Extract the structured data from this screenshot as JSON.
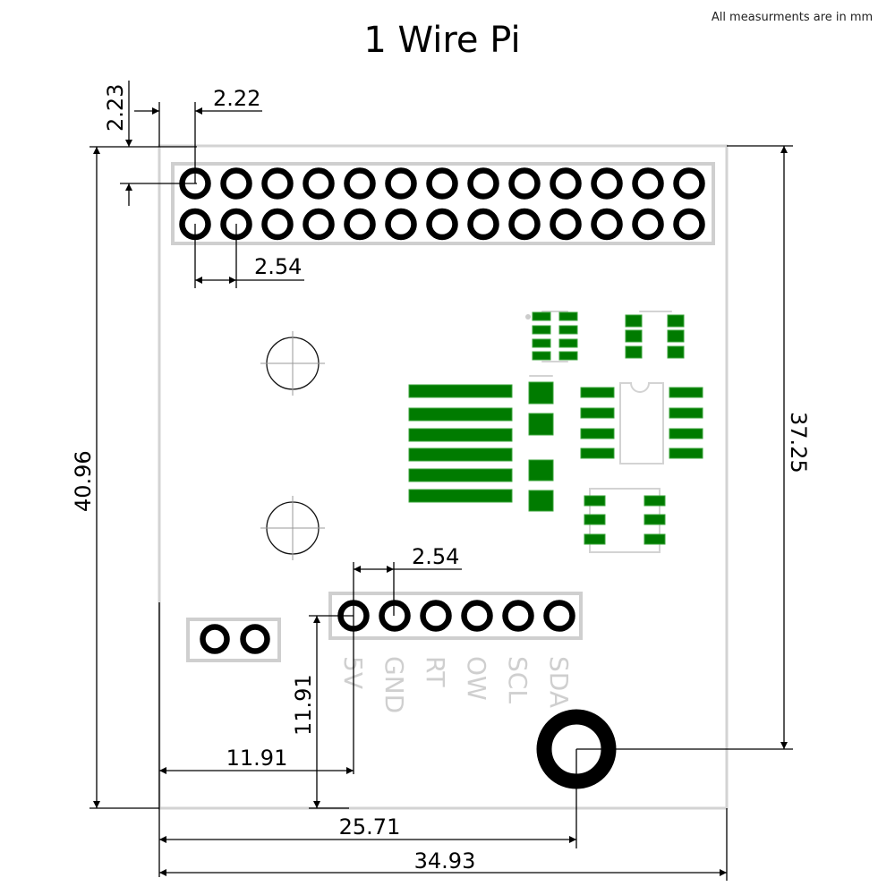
{
  "title": "1 Wire Pi",
  "note": "All measurments are in mm",
  "colors": {
    "pad": "#007b00",
    "silkscreen": "#cfcfcf",
    "ink": "#000000"
  },
  "dimensions": {
    "header_offset_y": "2.23",
    "header_offset_x": "2.22",
    "header_pitch": "2.54",
    "connector_pitch": "2.54",
    "board_height": "40.96",
    "mount_hole_y": "37.25",
    "connector_y": "11.91",
    "connector_x": "11.91",
    "mount_hole_x": "25.71",
    "board_width": "34.93"
  },
  "gpio_header": {
    "rows": 2,
    "cols": 13
  },
  "connector": {
    "pins": [
      {
        "label": "5V"
      },
      {
        "label": "GND"
      },
      {
        "label": "RT"
      },
      {
        "label": "OW"
      },
      {
        "label": "SCL"
      },
      {
        "label": "SDA"
      }
    ]
  },
  "jumper": {
    "pins": 2
  },
  "components": [
    "soic8-small",
    "sot23-6",
    "connector-pads-6",
    "sma-diodes",
    "dip8-ic",
    "sot-6"
  ]
}
